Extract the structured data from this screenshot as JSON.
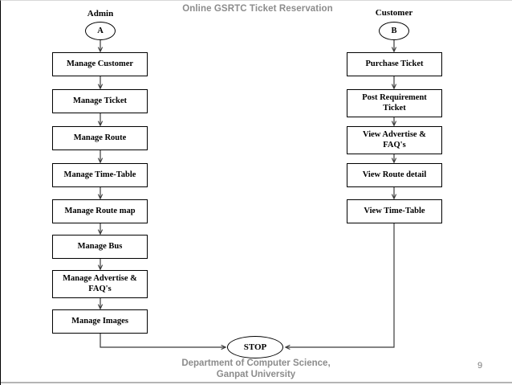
{
  "slide": {
    "title": "Online GSRTC Ticket Reservation",
    "page_number": "9",
    "footer_line1": "Department of Computer Science,",
    "footer_line2": "Ganpat University",
    "colors": {
      "title": "#8c8c8c",
      "footer": "#8c8c8c",
      "line": "#000000",
      "box_border": "#000000",
      "background": "#ffffff"
    }
  },
  "columns": {
    "left": {
      "header": "Admin",
      "start_node": "A"
    },
    "right": {
      "header": "Customer",
      "start_node": "B"
    }
  },
  "diagram": {
    "type": "flowchart",
    "terminator_end": "STOP",
    "left_nodes": [
      {
        "label": "Manage Customer"
      },
      {
        "label": "Manage Ticket"
      },
      {
        "label": "Manage Route"
      },
      {
        "label": "Manage Time-Table"
      },
      {
        "label": "Manage Route map"
      },
      {
        "label": "Manage Bus"
      },
      {
        "label": "Manage Advertise &\nFAQ's"
      },
      {
        "label": "Manage Images"
      }
    ],
    "right_nodes": [
      {
        "label": "Purchase Ticket"
      },
      {
        "label": "Post Requirement\nTicket"
      },
      {
        "label": "View Advertise &\nFAQ's"
      },
      {
        "label": "View Route detail"
      },
      {
        "label": "View Time-Table"
      }
    ]
  }
}
